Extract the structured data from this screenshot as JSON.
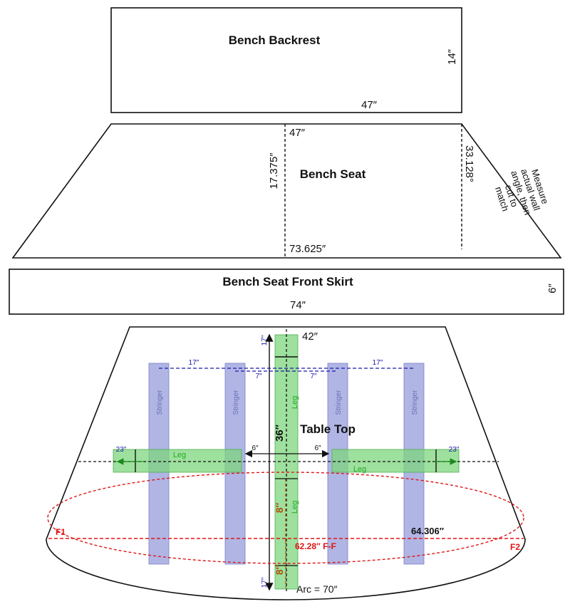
{
  "colors": {
    "outline": "#111111",
    "stringer": "#8f95d8",
    "leg": "#7dd67d",
    "leg_text": "#22aa22",
    "blue_dim": "#1a1aa8",
    "red": "#e01616",
    "orange": "#b0500a"
  },
  "backrest": {
    "title": "Bench Backrest",
    "width": "47″",
    "height": "14″"
  },
  "seat": {
    "title": "Bench Seat",
    "top_width": "47″",
    "depth": "17.375″",
    "bottom_width": "73.625″",
    "angle": "33.128°",
    "note_lines": [
      "Measure",
      "actual wall",
      "angle, then",
      "cut to",
      "match"
    ]
  },
  "skirt": {
    "title": "Bench Seat Front Skirt",
    "width": "74″",
    "height": "6″"
  },
  "table": {
    "title": "Table Top",
    "top_width": "42″",
    "length": "36″",
    "stringer_label": "Stringer",
    "leg_label": "Leg",
    "dim_17": "17″",
    "dim_7": "7″",
    "dim_6": "6″",
    "dim_23": "23″",
    "dim_8": "8″",
    "ellipse_width": "64.306″",
    "foci_distance": "62.28″ F-F",
    "focus_1": "F1",
    "focus_2": "F2",
    "arc": "Arc = 70″"
  }
}
